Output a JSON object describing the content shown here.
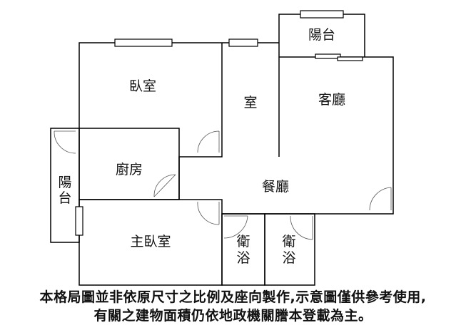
{
  "rooms": {
    "bedroom": "臥室",
    "room": "室",
    "balcony_top": "陽台",
    "living_room": "客廳",
    "kitchen": "廚房",
    "balcony_left_1": "陽",
    "balcony_left_2": "台",
    "dining_room": "餐廳",
    "master_bedroom": "主臥室",
    "bath1_1": "衛",
    "bath1_2": "浴",
    "bath2_1": "衛",
    "bath2_2": "浴"
  },
  "disclaimer": {
    "line1": "本格局圖並非依原尺寸之比例及座向製作,示意圖僅供參考使用,",
    "line2": "有關之建物面積仍依地政機關謄本登載為主。"
  }
}
